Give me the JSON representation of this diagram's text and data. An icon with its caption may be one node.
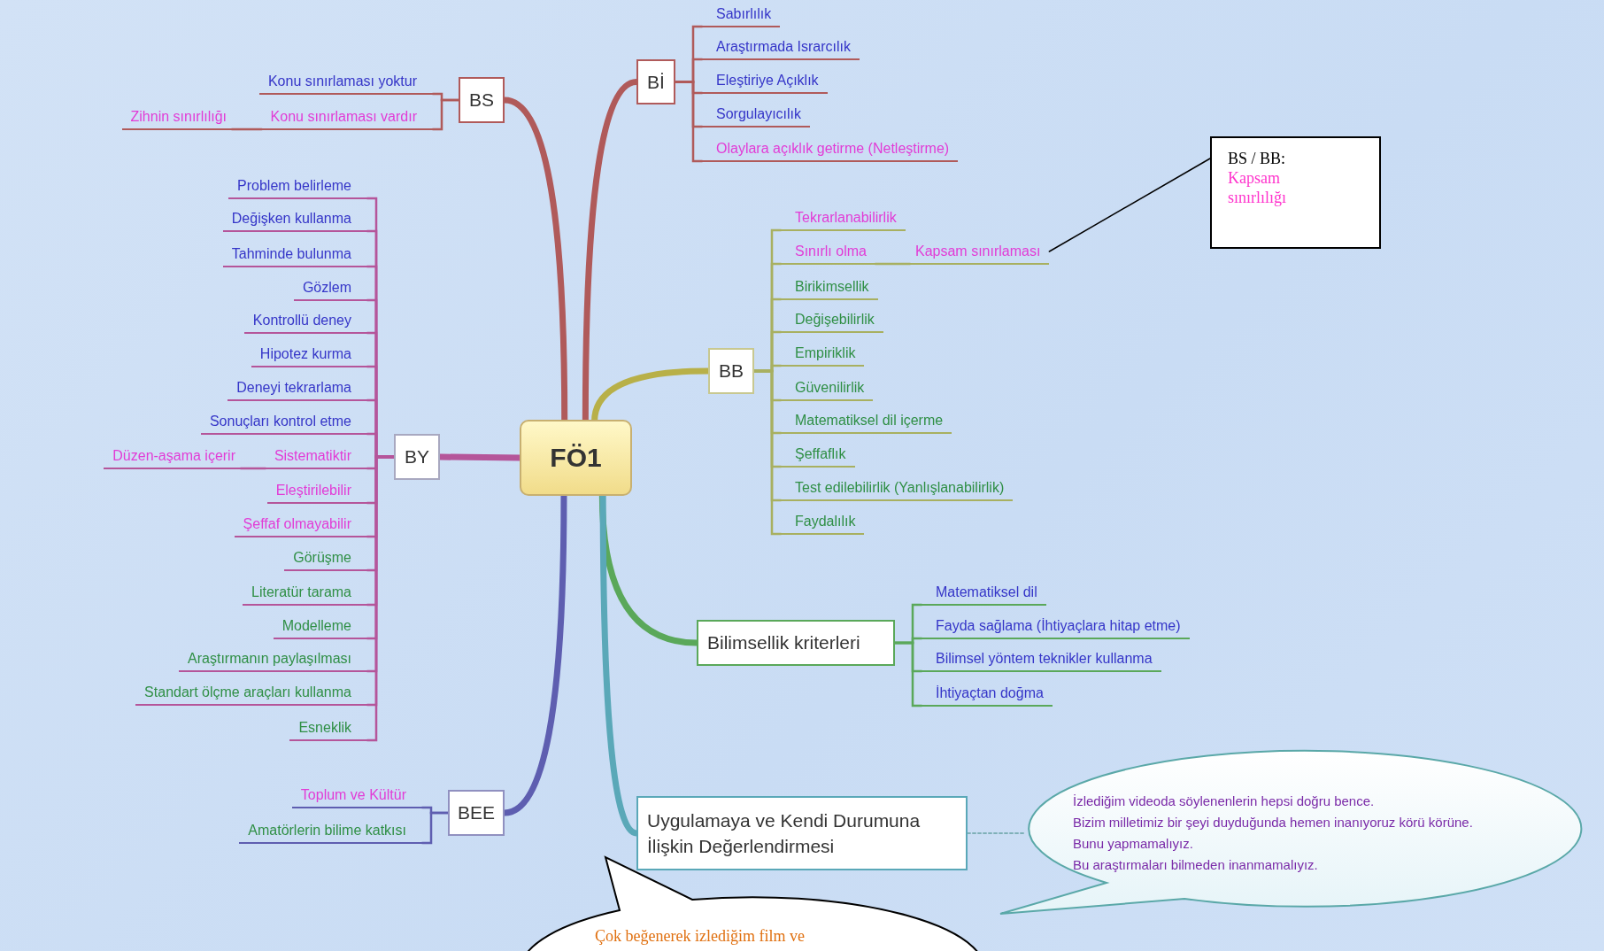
{
  "diagram": {
    "nodes": [
      {
        "text": [
          "BS"
        ]
      },
      {
        "text": [
          "Konu sınırlaması yoktur"
        ]
      },
      {
        "text": [
          "Konu sınırlaması vardır"
        ]
      },
      {
        "text": [
          "Zihnin sınırlılığı"
        ]
      },
      {
        "text": [
          "Bİ"
        ]
      },
      {
        "text": [
          "Sabırlılık"
        ]
      },
      {
        "text": [
          "Araştırmada Israrcılık"
        ]
      },
      {
        "text": [
          "Eleştiriye Açıklık"
        ]
      },
      {
        "text": [
          "Sorgulayıcılık"
        ]
      },
      {
        "text": [
          "Olaylara açıklık getirme (Netleştirme)"
        ]
      },
      {
        "text": [
          "BS / BB:",
          "Kapsam sınırlılığı"
        ]
      },
      {
        "text": [
          "BB"
        ]
      },
      {
        "text": [
          "Tekrarlanabilirlik"
        ]
      },
      {
        "text": [
          "Sınırlı olma"
        ]
      },
      {
        "text": [
          "Kapsam sınırlaması"
        ]
      },
      {
        "text": [
          "Birikimsellik"
        ]
      },
      {
        "text": [
          "Değişebilirlik"
        ]
      },
      {
        "text": [
          "Empiriklik"
        ]
      },
      {
        "text": [
          "Güvenilirlik"
        ]
      },
      {
        "text": [
          "Matematiksel dil içerme"
        ]
      },
      {
        "text": [
          "Şeffaflık"
        ]
      },
      {
        "text": [
          "Test edilebilirlik (Yanlışlanabilirlik)"
        ]
      },
      {
        "text": [
          "Faydalılık"
        ]
      },
      {
        "text": [
          "BY"
        ]
      },
      {
        "text": [
          "Problem belirleme"
        ]
      },
      {
        "text": [
          "Değişken kullanma"
        ]
      },
      {
        "text": [
          "Tahminde bulunma"
        ]
      },
      {
        "text": [
          "Gözlem"
        ]
      },
      {
        "text": [
          "Kontrollü deney"
        ]
      },
      {
        "text": [
          "Hipotez kurma"
        ]
      },
      {
        "text": [
          "Deneyi tekrarlama"
        ]
      },
      {
        "text": [
          "Sonuçları kontrol etme"
        ]
      },
      {
        "text": [
          "Sistematiktir"
        ]
      },
      {
        "text": [
          "Düzen-aşama içerir"
        ]
      },
      {
        "text": [
          "Eleştirilebilir"
        ]
      },
      {
        "text": [
          "Şeffaf olmayabilir"
        ]
      },
      {
        "text": [
          "Görüşme"
        ]
      },
      {
        "text": [
          "Literatür tarama"
        ]
      },
      {
        "text": [
          "Modelleme"
        ]
      },
      {
        "text": [
          "Araştırmanın paylaşılması"
        ]
      },
      {
        "text": [
          "Standart ölçme araçları kullanma"
        ]
      },
      {
        "text": [
          "Esneklik"
        ]
      },
      {
        "text": [
          "FÖ1"
        ]
      },
      {
        "text": [
          "Bilimsellik kriterleri"
        ]
      },
      {
        "text": [
          "Matematiksel dil"
        ]
      },
      {
        "text": [
          "Fayda sağlama (İhtiyaçlara hitap etme)"
        ]
      },
      {
        "text": [
          "Bilimsel yöntem teknikler kullanma"
        ]
      },
      {
        "text": [
          "İhtiyaçtan doğma"
        ]
      },
      {
        "text": [
          "BEE"
        ]
      },
      {
        "text": [
          "Toplum ve Kültür"
        ]
      },
      {
        "text": [
          "Amatörlerin bilime katkısı"
        ]
      },
      {
        "text": [
          "Uygulamaya ve Kendi Durumuna İlişkin Değerlendirmesi"
        ]
      },
      {
        "text": [
          "İzlediğim videoda söylenenlerin hepsi doğru bence.",
          "Bizim milletimiz bir şeyi duyduğunda hemen inanıyoruz körü körüne.",
          "Bunu yapmamalıyız.",
          "Bu araştırmaları bilmeden inanmamalıyız."
        ]
      },
      {
        "text": [
          "Çok beğenerek izlediğim film ve"
        ]
      }
    ],
    "edges": [
      {
        "from": 42,
        "to": 0,
        "arrow": "none",
        "style": "thick",
        "color": "#b05a5a"
      },
      {
        "from": 42,
        "to": 4,
        "arrow": "none",
        "style": "thick",
        "color": "#b05a5a"
      },
      {
        "from": 42,
        "to": 11,
        "arrow": "none",
        "style": "thick",
        "color": "#b8b048"
      },
      {
        "from": 42,
        "to": 23,
        "arrow": "none",
        "style": "thick"
      },
      {
        "from": 42,
        "to": 48,
        "arrow": "none",
        "style": "thick",
        "color": "#5e5eb0"
      },
      {
        "from": 42,
        "to": 43,
        "arrow": "none",
        "style": "thick",
        "color": "#5aa85a"
      },
      {
        "from": 42,
        "to": 51,
        "arrow": "none",
        "style": "thick",
        "color": "#5aa8b8"
      },
      {
        "from": 0,
        "to": 1,
        "arrow": "none",
        "color": "#b05a5a"
      },
      {
        "from": 0,
        "to": 2,
        "arrow": "none",
        "color": "#b05a5a"
      },
      {
        "from": 2,
        "to": 3,
        "arrow": "none",
        "color": "#b05a5a"
      },
      {
        "from": 4,
        "to": 5,
        "arrow": "none",
        "color": "#b05a5a"
      },
      {
        "from": 4,
        "to": 6,
        "arrow": "none",
        "color": "#b05a5a"
      },
      {
        "from": 4,
        "to": 7,
        "arrow": "none",
        "color": "#b05a5a"
      },
      {
        "from": 4,
        "to": 8,
        "arrow": "none",
        "color": "#b05a5a"
      },
      {
        "from": 4,
        "to": 9,
        "arrow": "none",
        "color": "#b05a5a"
      },
      {
        "from": 10,
        "to": 14,
        "arrow": "none",
        "color": "#000000"
      },
      {
        "from": 11,
        "to": 12,
        "arrow": "none",
        "color": "#a8b060"
      },
      {
        "from": 11,
        "to": 13,
        "arrow": "none",
        "color": "#a8b060"
      },
      {
        "from": 13,
        "to": 14,
        "arrow": "none",
        "color": "#a8b060"
      },
      {
        "from": 11,
        "to": 15,
        "arrow": "none",
        "color": "#a8b060"
      },
      {
        "from": 11,
        "to": 16,
        "arrow": "none",
        "color": "#a8b060"
      },
      {
        "from": 11,
        "to": 17,
        "arrow": "none",
        "color": "#a8b060"
      },
      {
        "from": 11,
        "to": 18,
        "arrow": "none",
        "color": "#a8b060"
      },
      {
        "from": 11,
        "to": 19,
        "arrow": "none",
        "color": "#a8b060"
      },
      {
        "from": 11,
        "to": 20,
        "arrow": "none",
        "color": "#a8b060"
      },
      {
        "from": 11,
        "to": 21,
        "arrow": "none",
        "color": "#a8b060"
      },
      {
        "from": 11,
        "to": 22,
        "arrow": "none",
        "color": "#a8b060"
      },
      {
        "from": 23,
        "to": 24,
        "arrow": "none"
      },
      {
        "from": 23,
        "to": 25,
        "arrow": "none"
      },
      {
        "from": 23,
        "to": 26,
        "arrow": "none"
      },
      {
        "from": 23,
        "to": 27,
        "arrow": "none"
      },
      {
        "from": 23,
        "to": 28,
        "arrow": "none"
      },
      {
        "from": 23,
        "to": 29,
        "arrow": "none"
      },
      {
        "from": 23,
        "to": 30,
        "arrow": "none"
      },
      {
        "from": 23,
        "to": 31,
        "arrow": "none"
      },
      {
        "from": 23,
        "to": 32,
        "arrow": "none"
      },
      {
        "from": 32,
        "to": 33,
        "arrow": "none"
      },
      {
        "from": 23,
        "to": 34,
        "arrow": "none"
      },
      {
        "from": 23,
        "to": 35,
        "arrow": "none"
      },
      {
        "from": 23,
        "to": 36,
        "arrow": "none"
      },
      {
        "from": 23,
        "to": 37,
        "arrow": "none"
      },
      {
        "from": 23,
        "to": 38,
        "arrow": "none"
      },
      {
        "from": 23,
        "to": 39,
        "arrow": "none"
      },
      {
        "from": 23,
        "to": 40,
        "arrow": "none"
      },
      {
        "from": 23,
        "to": 41,
        "arrow": "none"
      },
      {
        "from": 43,
        "to": 44,
        "arrow": "none",
        "color": "#5aa85a"
      },
      {
        "from": 43,
        "to": 45,
        "arrow": "none",
        "color": "#5aa85a"
      },
      {
        "from": 43,
        "to": 46,
        "arrow": "none",
        "color": "#5aa85a"
      },
      {
        "from": 43,
        "to": 47,
        "arrow": "none",
        "color": "#5aa85a"
      },
      {
        "from": 48,
        "to": 49,
        "arrow": "none",
        "color": "#5e5eb0"
      },
      {
        "from": 48,
        "to": 50,
        "arrow": "none",
        "color": "#5e5eb0"
      },
      {
        "from": 51,
        "to": 52,
        "arrow": "none",
        "style": "dashed",
        "color": "#7fb0b8"
      }
    ]
  }
}
